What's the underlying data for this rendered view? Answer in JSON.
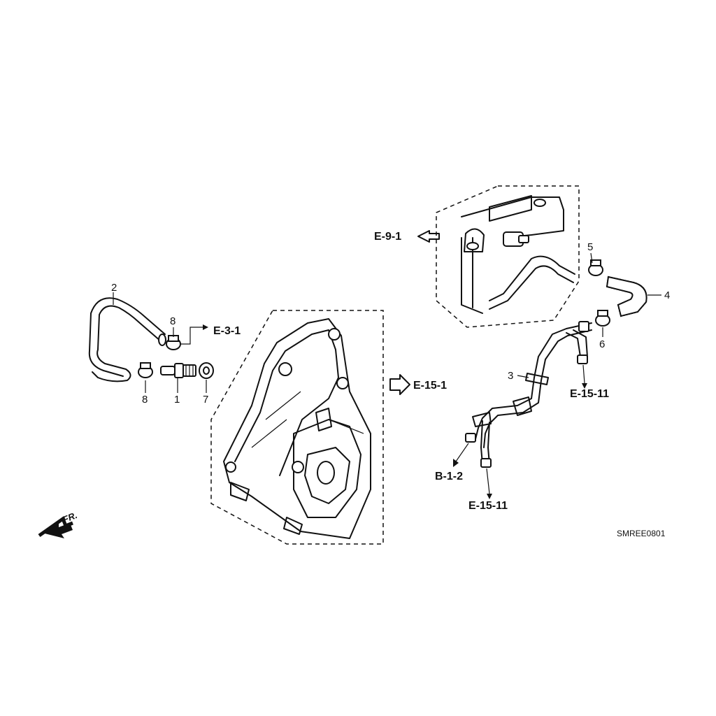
{
  "diagram": {
    "callouts": {
      "p1": "1",
      "p2": "2",
      "p3": "3",
      "p4": "4",
      "p5": "5",
      "p6": "6",
      "p7": "7",
      "p8a": "8",
      "p8b": "8"
    },
    "refs": {
      "e91": "E-9-1",
      "e31": "E-3-1",
      "e151": "E-15-1",
      "e1511a": "E-15-11",
      "e1511b": "E-15-11",
      "b12": "B-1-2"
    },
    "direction": "FR.",
    "code": "SMREE0801"
  }
}
